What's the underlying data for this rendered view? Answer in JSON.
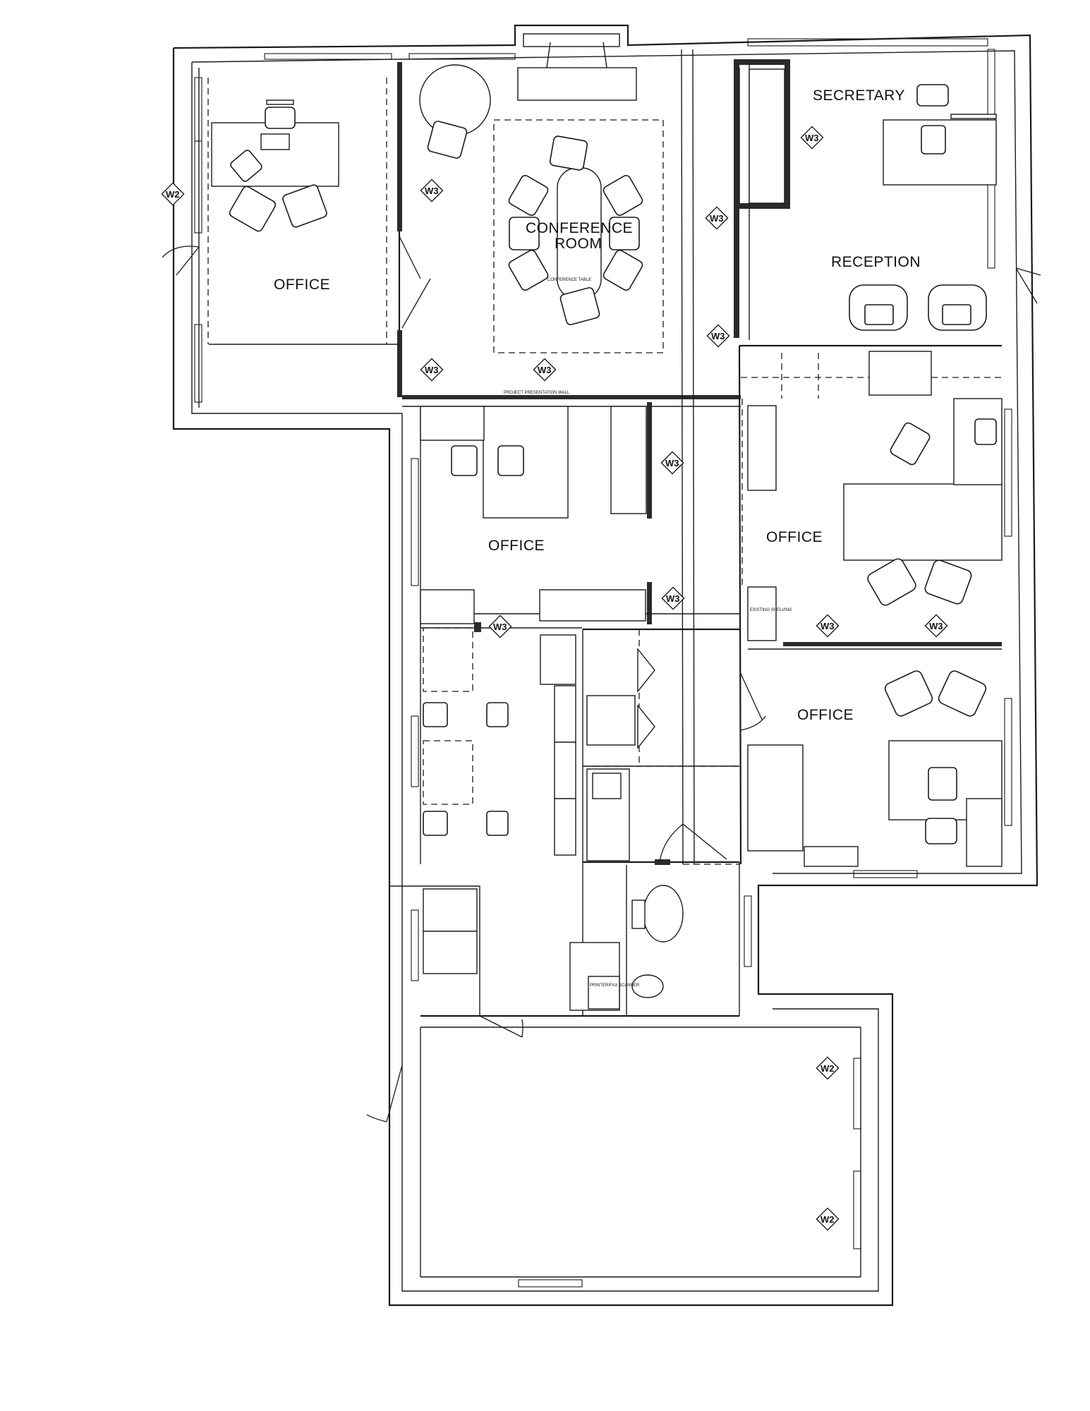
{
  "rooms": {
    "office_nw": "OFFICE",
    "conference_line1": "CONFERENCE",
    "conference_line2": "ROOM",
    "conference_table": "CONFERENCE TABLE",
    "secretary": "SECRETARY",
    "reception": "RECEPTION",
    "office_center": "OFFICE",
    "office_east_upper": "OFFICE",
    "office_east_lower": "OFFICE"
  },
  "notes": {
    "presentation_wall": "PROJECT PRESENTATION WALL",
    "existing_shelving": "EXISTING SHELVING",
    "printer_fax": "PRINTER/FAX SCANNER"
  },
  "window_tags": {
    "w2": "W2",
    "w3": "W3"
  }
}
